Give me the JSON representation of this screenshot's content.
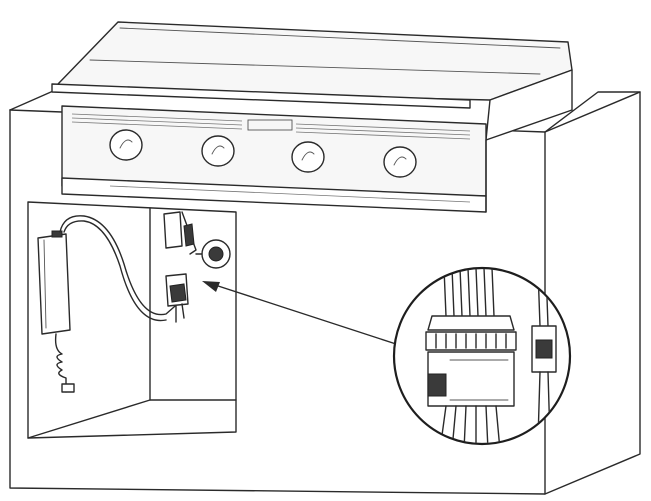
{
  "diagram": {
    "elements": [
      {
        "id": "grill",
        "icon": "built-in-grill-icon"
      },
      {
        "id": "island",
        "icon": "outdoor-kitchen-island-icon"
      },
      {
        "id": "transformer",
        "icon": "power-transformer-icon"
      },
      {
        "id": "connector",
        "icon": "wire-connector-icon"
      },
      {
        "id": "detail",
        "icon": "magnified-connector-detail-icon"
      }
    ],
    "knob_count": 4
  }
}
